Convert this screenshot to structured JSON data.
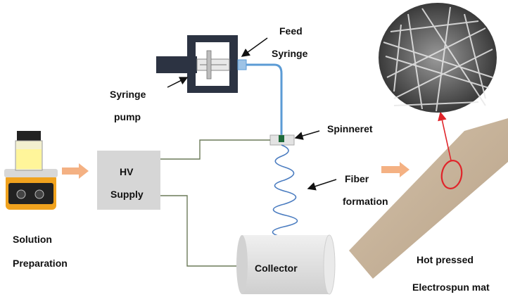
{
  "labels": {
    "feed_syringe_line1": "Feed",
    "feed_syringe_line2": "Syringe",
    "syringe_pump_line1": "Syringe",
    "syringe_pump_line2": "pump",
    "spinneret": "Spinneret",
    "hv_line1": "HV",
    "hv_line2": "Supply",
    "fiber_line1": "Fiber",
    "fiber_line2": "formation",
    "solution_line1": "Solution",
    "solution_line2": "Preparation",
    "collector": "Collector",
    "mat_line1": "Hot pressed",
    "mat_line2": "Electrospun mat"
  },
  "colors": {
    "pump_dark": "#2c3342",
    "tube_blue": "#5b9bd5",
    "wire_green": "#6b7a58",
    "supply_gray": "#d6d6d6",
    "collector_gray": "#e2e2e2",
    "spring_blue": "#4a7cc0",
    "arrow_orange": "#f4b183",
    "highlight_red": "#e0242a",
    "mat_beige": "#c9b49a"
  },
  "icons": [
    "hotplate-stirrer-icon",
    "sem-fiber-micrograph-icon",
    "syringe-pump-icon",
    "fiber-spring-icon"
  ]
}
